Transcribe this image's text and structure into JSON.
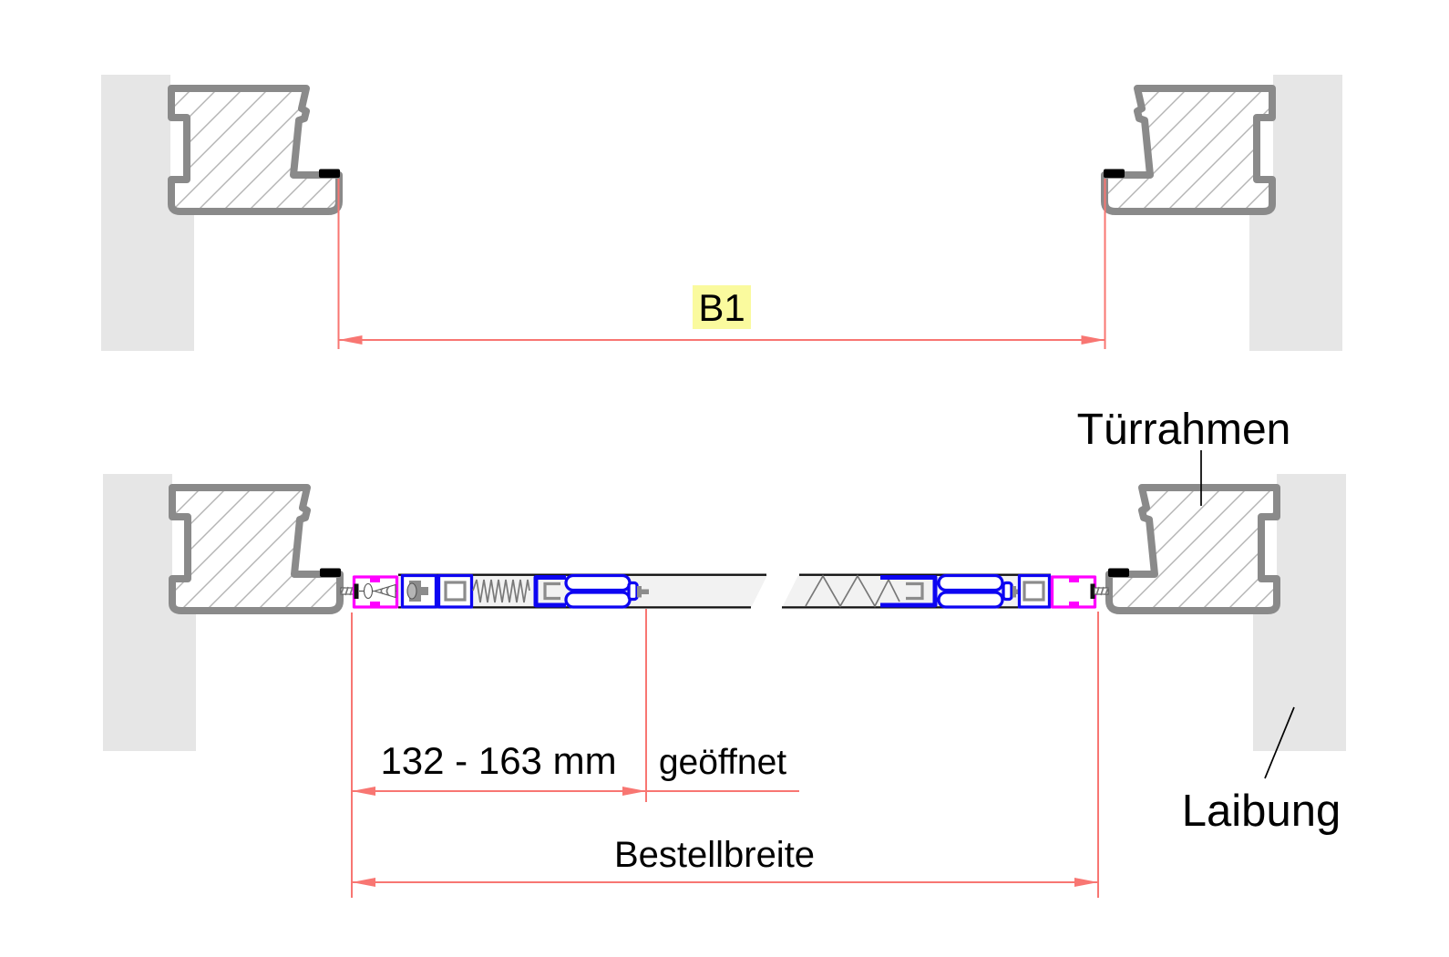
{
  "labels": {
    "b1": "B1",
    "door_frame": "Türrahmen",
    "reveal": "Laibung",
    "depth_range": "132 - 163 mm",
    "opened": "geöffnet",
    "order_width": "Bestellbreite"
  },
  "colors": {
    "dimension": "#f87672",
    "highlight": "#fafa9e",
    "frame_outline": "#8a8a8a",
    "hatch": "#b4b4b4",
    "wall": "#e6e6e6",
    "profile_blue": "#0d05f2",
    "profile_magenta": "#ff00ff",
    "track_fill": "#f2f2f2",
    "seal": "#000000",
    "text": "#000000"
  }
}
